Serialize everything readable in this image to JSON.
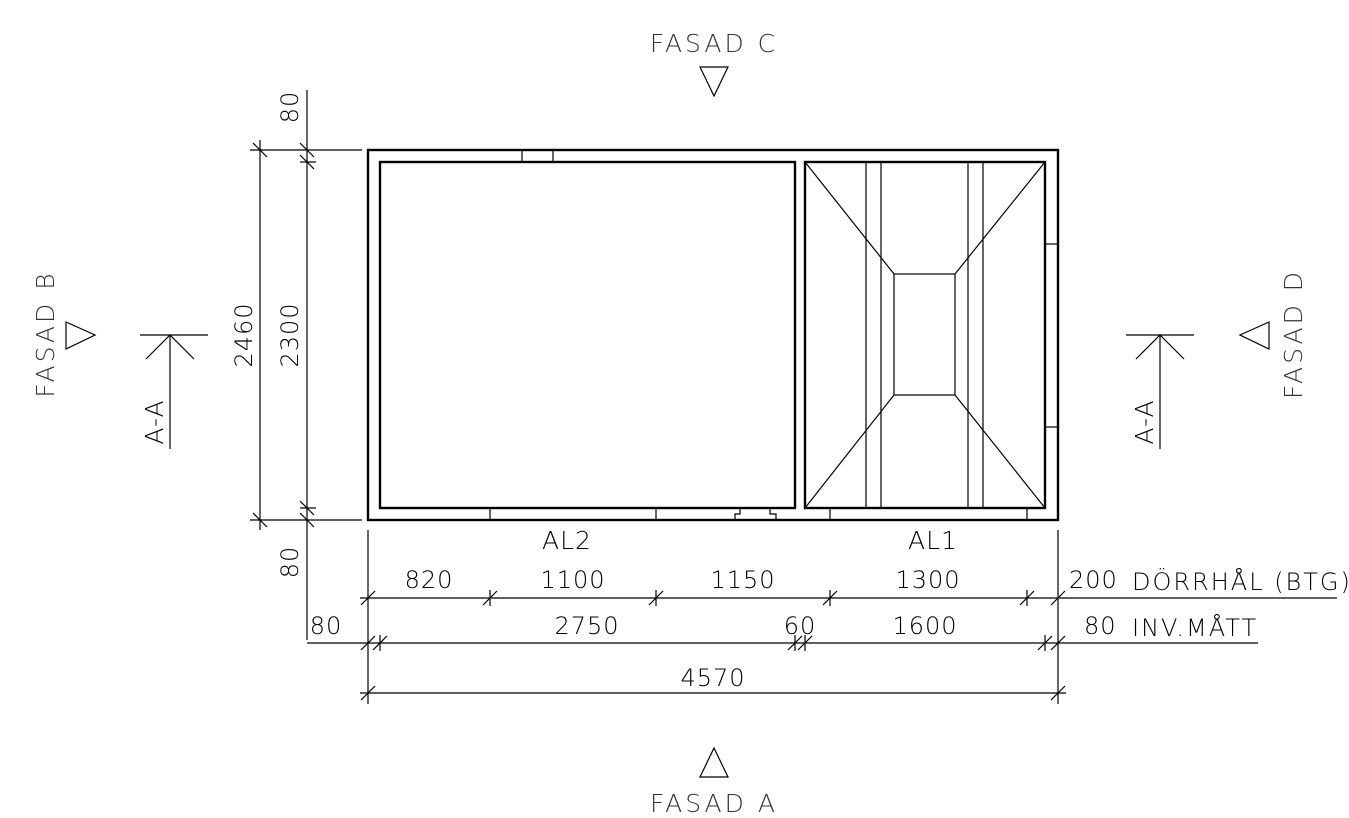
{
  "facades": {
    "c": "FASAD C",
    "a": "FASAD A",
    "b": "FASAD B",
    "d": "FASAD D"
  },
  "section_marks": {
    "left": "A-A",
    "right": "A-A"
  },
  "rooms": {
    "al2": "AL2",
    "al1": "AL1"
  },
  "vertical_dimensions": {
    "top_wall": "80",
    "bottom_wall": "80",
    "outer_height": "2460",
    "inner_height": "2300"
  },
  "dimension_rows": {
    "door_openings": {
      "segments": [
        "820",
        "1100",
        "1150",
        "1300"
      ],
      "end_value": "200",
      "note": "DÖRRHÅL (BTG)"
    },
    "interior": {
      "left_wall": "80",
      "segments": [
        "2750",
        "60",
        "1600"
      ],
      "end_value": "80",
      "note": "INV.MÅTT"
    },
    "overall": {
      "total": "4570"
    }
  }
}
